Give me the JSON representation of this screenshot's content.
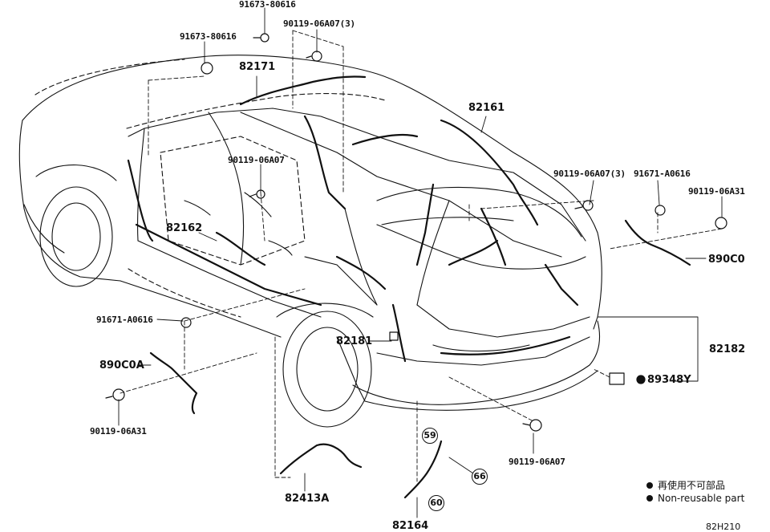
{
  "parts": {
    "p1": "91673-80616",
    "p2": "90119-06A07(3)",
    "p3": "91673-80616",
    "p4": "82171",
    "p5": "82161",
    "p6": "90119-06A07",
    "p7": "82162",
    "p8": "90119-06A07(3)",
    "p9": "91671-A0616",
    "p10": "90119-06A31",
    "p11": "890C0",
    "p12": "91671-A0616",
    "p13": "890C0A",
    "p14": "90119-06A31",
    "p15": "82181",
    "p16": "82182",
    "p17": "89348Y",
    "p18": "82413A",
    "p19": "82164",
    "p20": "90119-06A07"
  },
  "callouts": {
    "c59": "59",
    "c66": "66",
    "c60": "60"
  },
  "legend": {
    "jp": "再使用不可部品",
    "en": "Non-reusable part"
  },
  "drawing_code": "82H210"
}
